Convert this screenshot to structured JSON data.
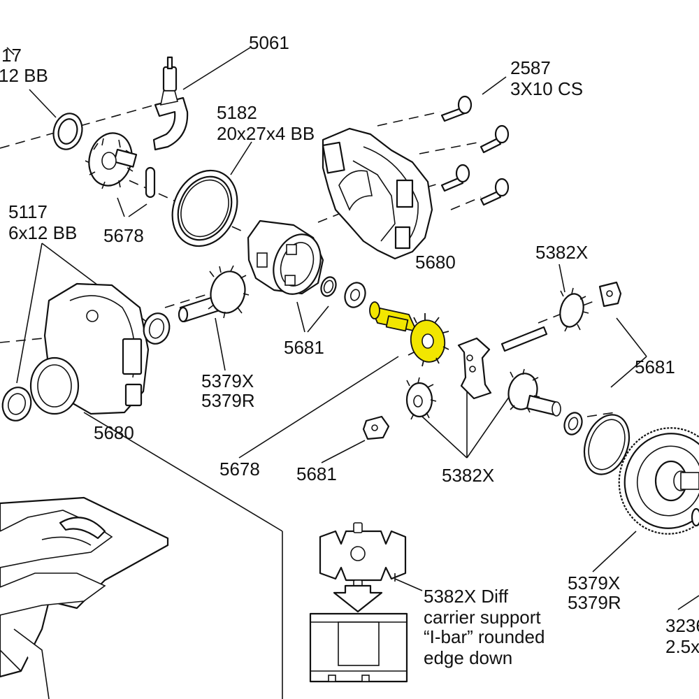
{
  "diagram": {
    "highlight_color": "#f2e600",
    "line_color": "#111111",
    "labels": {
      "bb_top_left_num": "17",
      "bb_top_left_size": "12 BB",
      "fork_num": "5061",
      "screw_num": "2587",
      "screw_size": "3X10 CS",
      "seal_num": "5182",
      "seal_size": "20x27x4 BB",
      "bb_left_num": "5117",
      "bb_left_size": "6x12 BB",
      "pin_left": "5678",
      "housing_upper": "5680",
      "gear_set_top": "5382X",
      "housing_left": "5680",
      "diff_parts_center": "5681",
      "output_left_a": "5379X",
      "output_left_b": "5379R",
      "diff_parts_right": "5681",
      "pin_highlight": "5678",
      "diff_parts_small": "5681",
      "gear_set_bottom": "5382X",
      "output_right_a": "5379X",
      "output_right_b": "5379R",
      "note_line1": "5382X Diff",
      "note_line2": "carrier support",
      "note_line3": "“I-bar” rounded",
      "note_line4": "edge down",
      "screw_br_num": "3236",
      "screw_br_size": "2.5x"
    }
  }
}
